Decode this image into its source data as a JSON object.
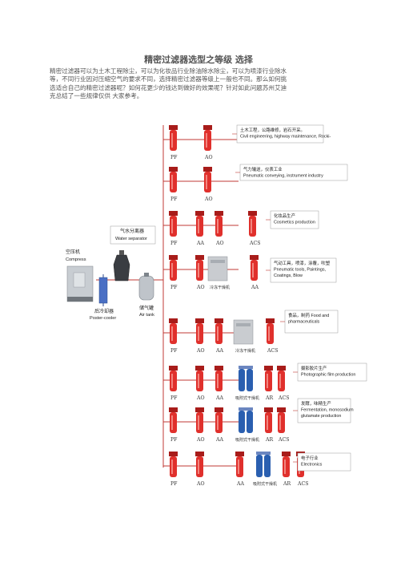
{
  "title": "精密过滤器选型之等级 选择",
  "paragraph": [
    "精密过滤器可以为土木工程除尘，可以为化妆品行业除油除水除尘，可以为喷漆行业除水",
    "等，不同行业因对压缩空气的要求不同，选择精密过滤器等级上一般也不同。那么如何挑",
    "选适合自己的精密过滤器呢？如何花更少的钱达到做好的效果呢？针对如此问题苏州艾迪",
    "克总结了一些规律仅供 大家参考。"
  ],
  "source": {
    "compressor_cn": "空压机",
    "compressor_en": "Compress",
    "aftercooler_cn": "后冷却器",
    "aftercooler_en": "Poster-cooler",
    "tank_cn": "储气罐",
    "tank_en": "Air tank",
    "separator_cn": "气水分离器",
    "separator_en": "Water separator"
  },
  "rows": [
    {
      "labels": [
        "PF",
        "AO"
      ],
      "app_lines": [
        "土木工程，公路维修，岩石开采。",
        "Civil engineering, highway maintenance, Rocki-"
      ]
    },
    {
      "labels": [
        "PF",
        "AO"
      ],
      "app_lines": [
        "气力输送，仪表工业",
        "Pneumatic  conveying,  instrument industry"
      ]
    },
    {
      "labels": [
        "PF",
        "AA",
        "AO",
        "ACS"
      ],
      "app_lines": [
        "化妆品生产",
        "Cosmetics production"
      ]
    },
    {
      "labels": [
        "PF",
        "AO",
        "冷冻干燥机",
        "AA"
      ],
      "app_lines": [
        "气动工具，喷漆，涂覆，吹塑",
        "Pneumatic  tools,  Paintings,",
        "Coatings, Blow"
      ]
    },
    {
      "labels": [
        "PF",
        "AO",
        "AA",
        "冷冻干燥机",
        "ACS"
      ],
      "app_lines": [
        "食品，制药  Food  and",
        "pharmaceuticals"
      ]
    },
    {
      "labels": [
        "PF",
        "AO",
        "AA",
        "吸附式干燥机",
        "AR",
        "ACS"
      ],
      "app_lines": [
        "摄影胶片生产",
        "Photographic film  production"
      ]
    },
    {
      "labels": [
        "PF",
        "AO",
        "AA",
        "吸附式干燥机",
        "AR",
        "ACS"
      ],
      "app_lines": [
        "发酵，味精生产",
        "Fermentation, monosodium",
        "glutamate  production"
      ]
    },
    {
      "labels": [
        "PF",
        "AO",
        "AA",
        "吸附式干燥机",
        "AR",
        "ACS"
      ],
      "app_lines": [
        "电子行业",
        "Electronics"
      ]
    }
  ],
  "colors": {
    "filter_red": "#e0302c",
    "filter_dark": "#a81c1a",
    "dryer_gray": "#c9ccd0",
    "adsorb_blue": "#2a5fb0",
    "line": "#c03a34",
    "box_border": "#9a9a9a"
  }
}
